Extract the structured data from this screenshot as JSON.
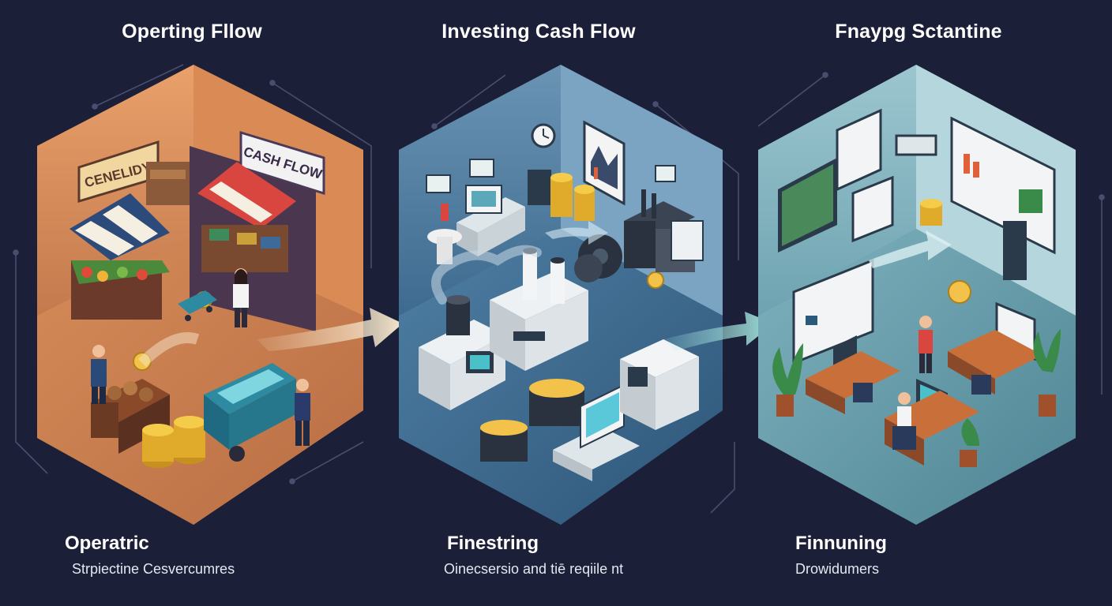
{
  "colors": {
    "background": "#1c1f38",
    "panel_left": "#d98a55",
    "panel_middle": "#3f6f96",
    "panel_right": "#5f97a6",
    "arrow": "#f3e3c8",
    "connector": "#4a4e6e"
  },
  "panels": [
    {
      "title": "Operting Fllow",
      "sign_left": "CENELIDY",
      "sign_right": "CASH FLOW",
      "subtitle": "Operatric",
      "description": "Strpiectine Cesvercumres"
    },
    {
      "title": "Investing Cash Flow",
      "subtitle": "Finestring",
      "description": "Oinecsersio and tiē reqiile nt"
    },
    {
      "title": "Fnaypg Sctantine",
      "subtitle": "Finnuning",
      "description": "Drowidumers"
    }
  ],
  "icons": [
    "market-stall-icon",
    "coin-stack-icon",
    "factory-machine-icon",
    "gear-icon",
    "clock-icon",
    "office-desk-icon",
    "computer-monitor-icon",
    "plant-icon",
    "arrow-icon"
  ]
}
